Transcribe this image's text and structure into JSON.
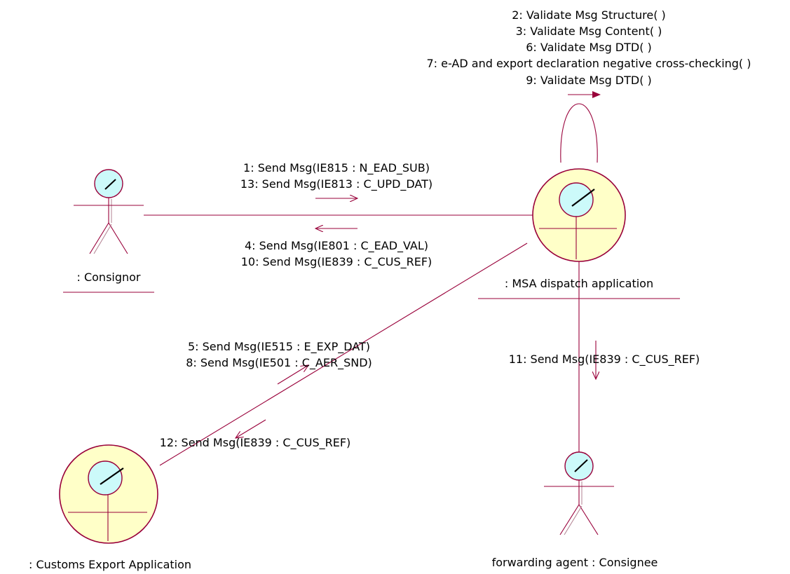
{
  "objects": {
    "consignor": {
      "label": ": Consignor"
    },
    "msa": {
      "label": ": MSA dispatch application"
    },
    "customs": {
      "label": ": Customs Export Application"
    },
    "consignee": {
      "label": "forwarding agent : Consignee"
    }
  },
  "messages": {
    "self_loop": [
      "2: Validate Msg Structure( )",
      "3: Validate Msg Content( )",
      "6: Validate Msg DTD( )",
      "7: e-AD and export declaration negative cross-checking( )",
      "9: Validate Msg DTD( )"
    ],
    "consignor_to_msa": [
      "1: Send Msg(IE815 : N_EAD_SUB)",
      "13: Send Msg(IE813 : C_UPD_DAT)"
    ],
    "msa_to_consignor": [
      "4: Send Msg(IE801 : C_EAD_VAL)",
      "10: Send Msg(IE839 : C_CUS_REF)"
    ],
    "msa_to_customs_up": [
      "5: Send Msg(IE515 : E_EXP_DAT)",
      "8: Send Msg(IE501 : C_AER_SND)"
    ],
    "msa_to_customs_down": [
      "12: Send Msg(IE839 : C_CUS_REF)"
    ],
    "msa_to_consignee": [
      "11: Send Msg(IE839 : C_CUS_REF)"
    ]
  },
  "colors": {
    "line": "#99003a",
    "object_fill": "#ffffc8",
    "head_fill": "#ccfafa"
  }
}
